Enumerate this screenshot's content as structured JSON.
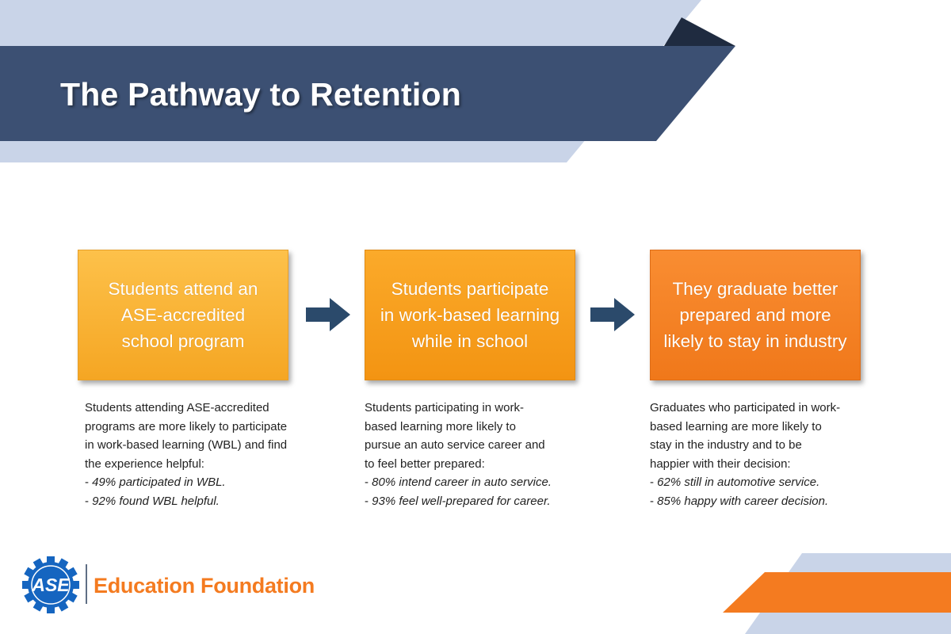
{
  "header": {
    "title": "The Pathway to Retention"
  },
  "steps": [
    {
      "box_text": "Students attend an\nASE-accredited\nschool program",
      "description": "Students attending ASE-accredited\nprograms are more likely to participate\nin work-based learning (WBL) and find\nthe experience helpful:",
      "bullets": [
        "49% participated in WBL.",
        "92% found WBL helpful."
      ]
    },
    {
      "box_text": "Students participate\nin work-based learning\nwhile in school",
      "description": "Students participating in work-\nbased learning more likely to\npursue an auto service career and\nto feel better prepared:",
      "bullets": [
        "80% intend career in auto service.",
        "93% feel well-prepared  for career."
      ]
    },
    {
      "box_text": "They graduate better\nprepared and more\nlikely to stay in industry",
      "description": "Graduates who participated in work-\nbased learning are more likely to\nstay in the industry and to be\nhappier with their decision:",
      "bullets": [
        "62% still in automotive service.",
        "85% happy with career decision."
      ]
    }
  ],
  "footer": {
    "logo_text": "ASE",
    "brand": "Education Foundation"
  },
  "colors": {
    "navy": "#3c5073",
    "light_blue": "#c9d4e8",
    "orange": "#f47b20",
    "arrow": "#2b4a6b"
  },
  "icons": [
    "ase-gear-logo-icon",
    "right-arrow-icon"
  ]
}
